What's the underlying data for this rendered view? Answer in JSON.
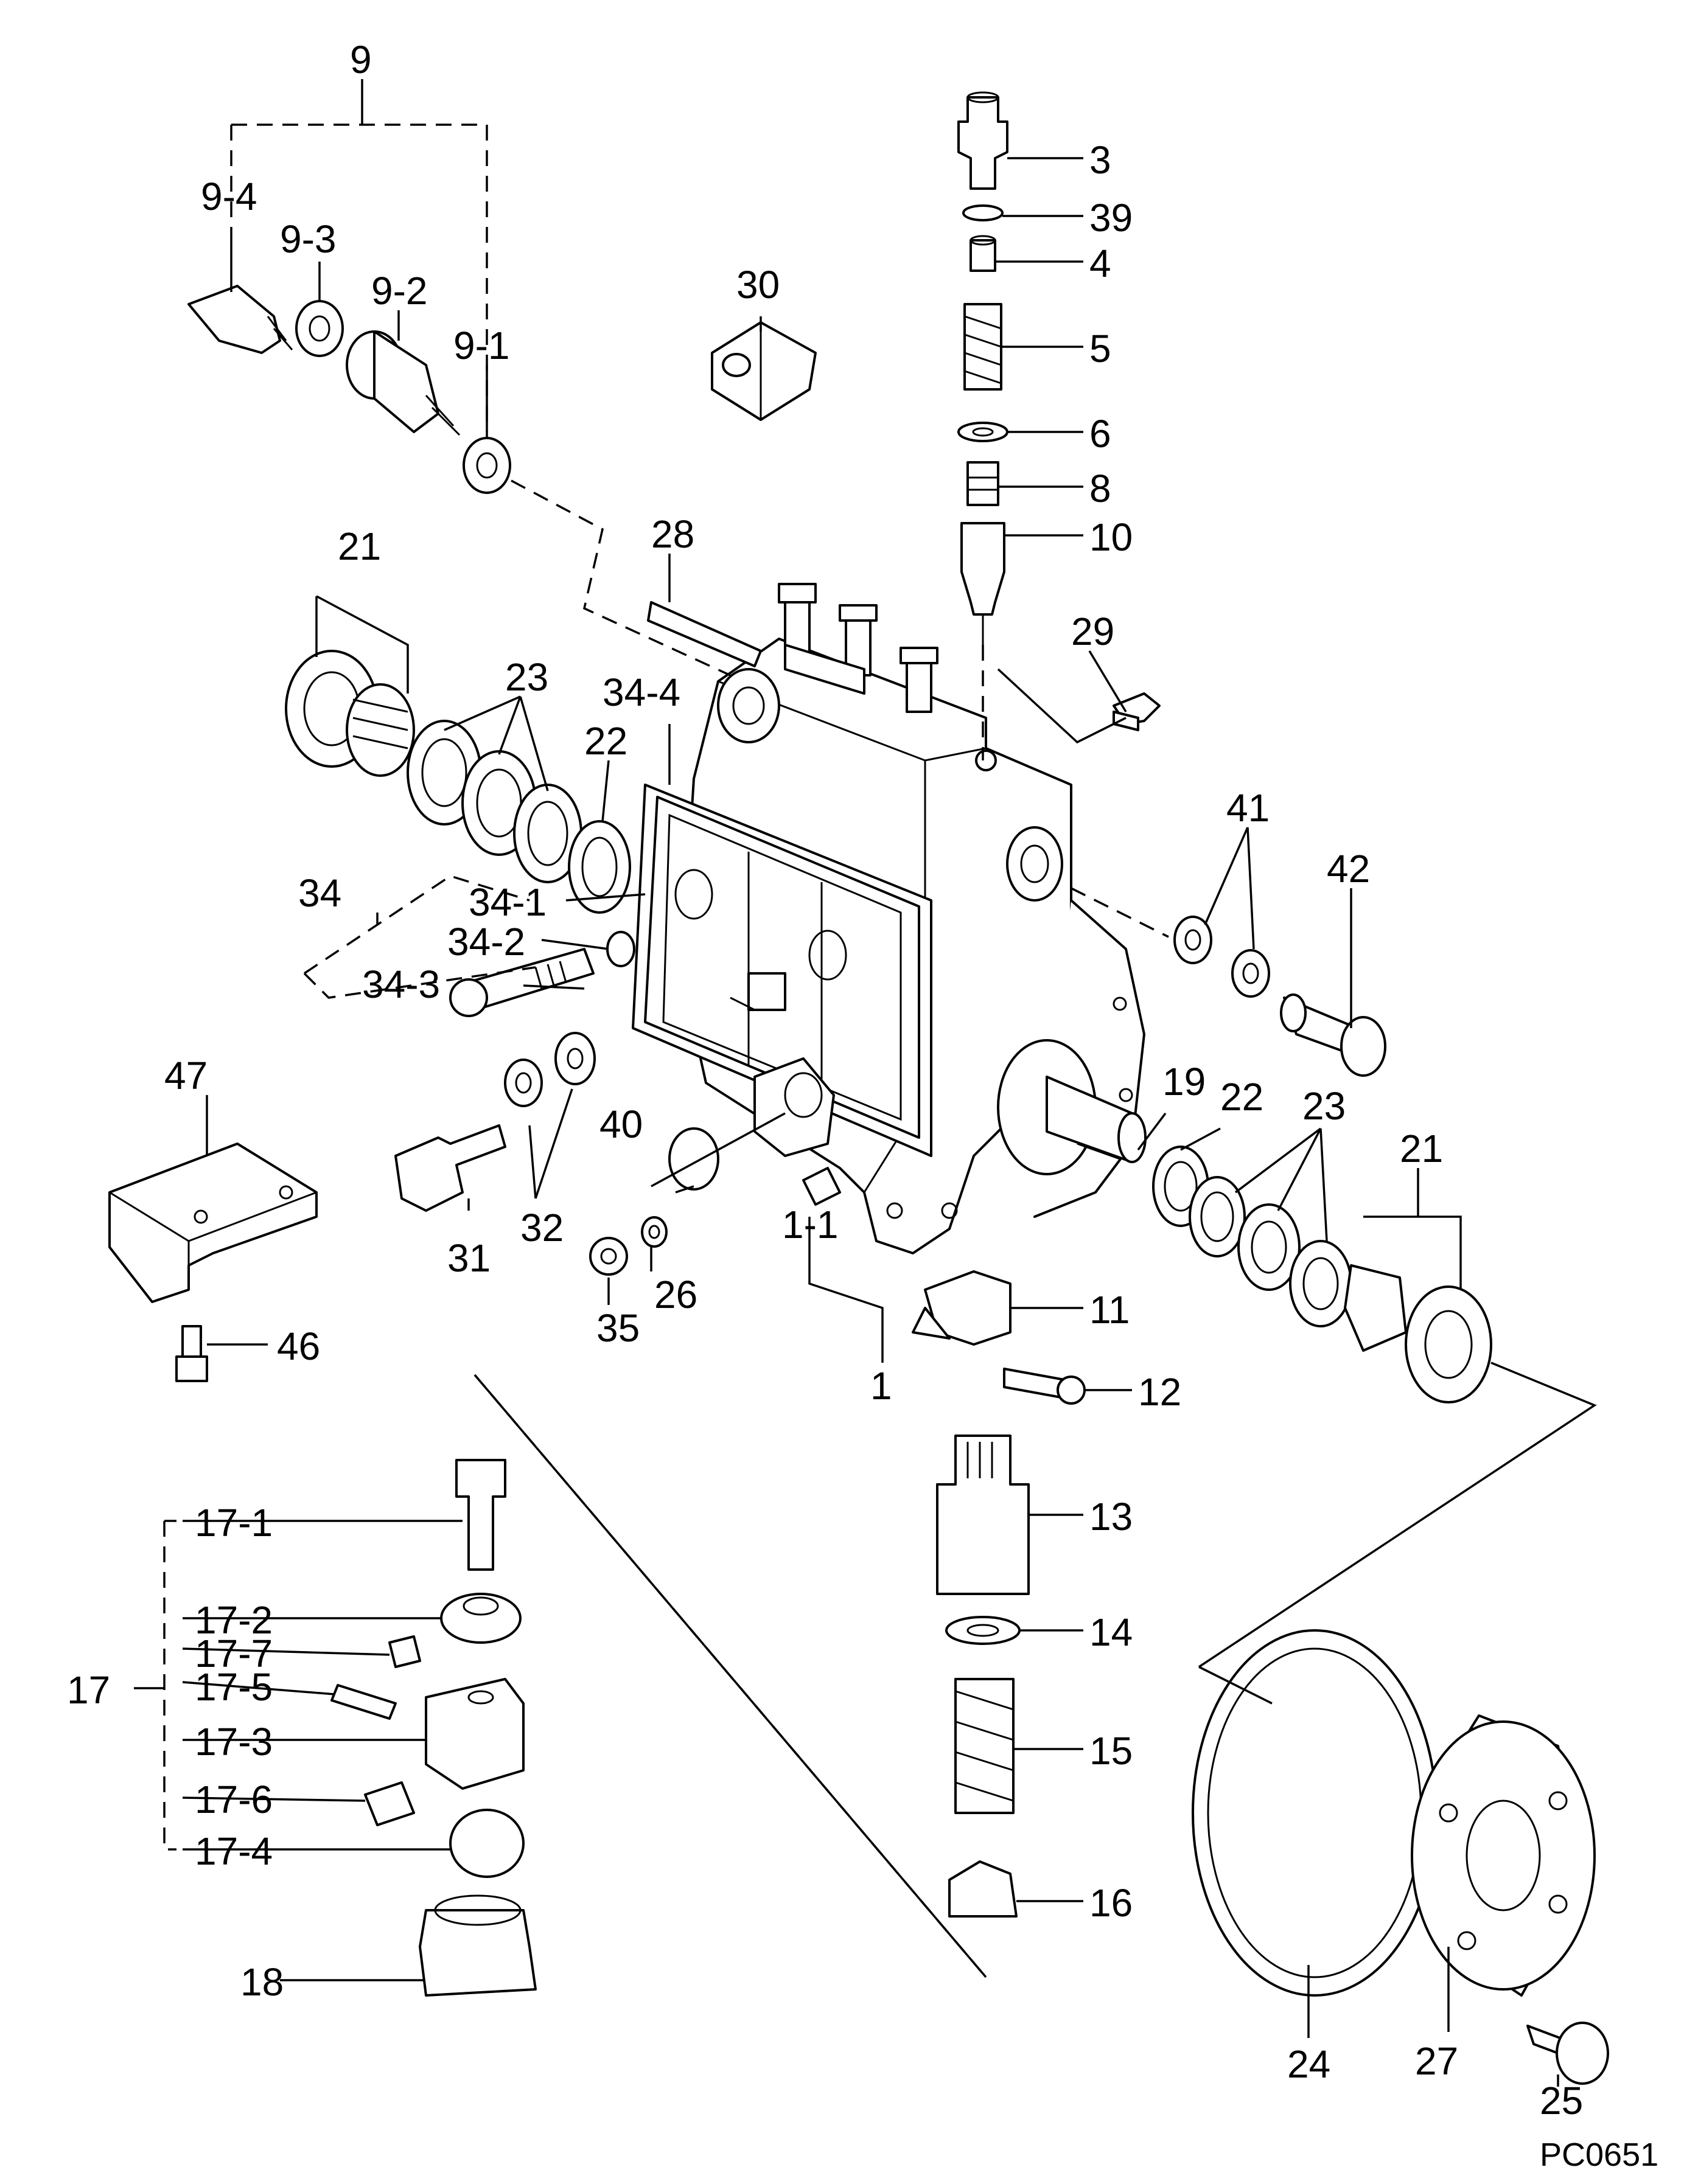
{
  "diagram_code": "PC0651",
  "labels": {
    "l1": "1",
    "l1_1": "1-1",
    "l3": "3",
    "l4": "4",
    "l5": "5",
    "l6": "6",
    "l8": "8",
    "l9": "9",
    "l9_1": "9-1",
    "l9_2": "9-2",
    "l9_3": "9-3",
    "l9_4": "9-4",
    "l10": "10",
    "l11": "11",
    "l12": "12",
    "l13": "13",
    "l14": "14",
    "l15": "15",
    "l16": "16",
    "l17": "17",
    "l17_1": "17-1",
    "l17_2": "17-2",
    "l17_3": "17-3",
    "l17_4": "17-4",
    "l17_5": "17-5",
    "l17_6": "17-6",
    "l17_7": "17-7",
    "l18": "18",
    "l19": "19",
    "l21a": "21",
    "l21b": "21",
    "l22a": "22",
    "l22b": "22",
    "l23a": "23",
    "l23b": "23",
    "l24": "24",
    "l25": "25",
    "l26": "26",
    "l27": "27",
    "l28": "28",
    "l29": "29",
    "l30": "30",
    "l31": "31",
    "l32": "32",
    "l34": "34",
    "l34_1": "34-1",
    "l34_2": "34-2",
    "l34_3": "34-3",
    "l34_4": "34-4",
    "l35": "35",
    "l39": "39",
    "l40": "40",
    "l41": "41",
    "l42": "42",
    "l46": "46",
    "l47": "47"
  }
}
